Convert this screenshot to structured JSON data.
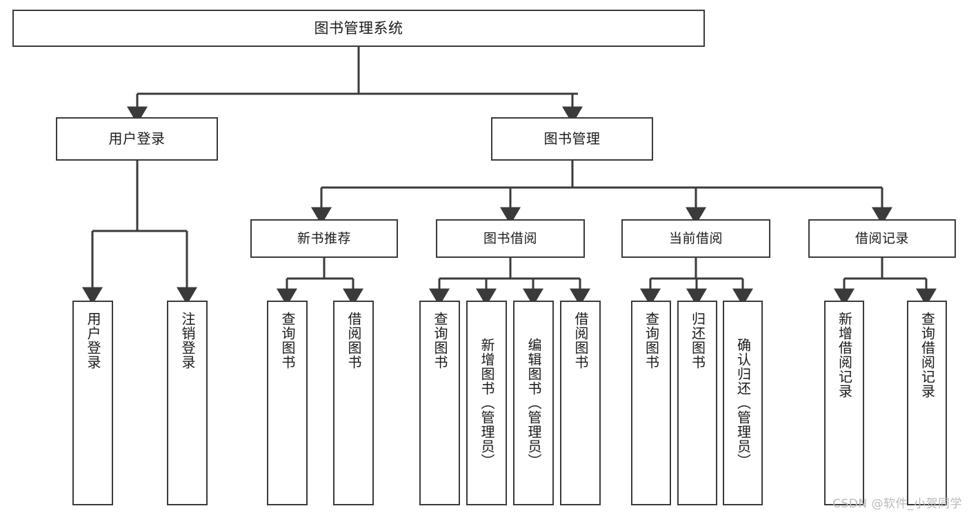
{
  "diagram": {
    "title": "图书管理系统",
    "watermark": "CSDN @软件_小贺同学",
    "line_color": "#3a3a3a",
    "box_fill": "#ffffff",
    "text_color": "#1a1a1a",
    "watermark_color": "#b9b9b9",
    "levels": {
      "root": {
        "label": "图书管理系统"
      },
      "level2": [
        {
          "label": "用户登录"
        },
        {
          "label": "图书管理"
        }
      ],
      "level3": [
        {
          "label": "新书推荐"
        },
        {
          "label": "图书借阅"
        },
        {
          "label": "当前借阅"
        },
        {
          "label": "借阅记录"
        }
      ],
      "leaves": {
        "user_login": [
          {
            "label": "用户登录"
          },
          {
            "label": "注销登录"
          }
        ],
        "new_book_recommend": [
          {
            "label": "查询图书"
          },
          {
            "label": "借阅图书"
          }
        ],
        "book_borrow": [
          {
            "label": "查询图书"
          },
          {
            "label": "新增图书（管理员）"
          },
          {
            "label": "编辑图书（管理员）"
          },
          {
            "label": "借阅图书"
          }
        ],
        "current_borrow": [
          {
            "label": "查询图书"
          },
          {
            "label": "归还图书"
          },
          {
            "label": "确认归还（管理员）"
          }
        ],
        "borrow_record": [
          {
            "label": "新增借阅记录"
          },
          {
            "label": "查询借阅记录"
          }
        ]
      }
    }
  }
}
